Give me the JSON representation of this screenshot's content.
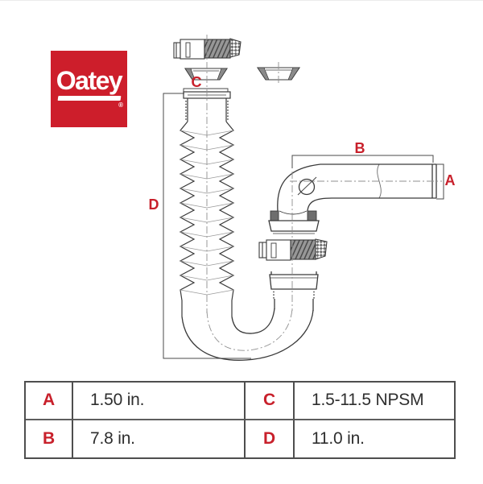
{
  "brand": {
    "logo_text": "Oatey",
    "registered_mark": "®"
  },
  "colors": {
    "logo_red": "#cd1e2b",
    "accent_red": "#c8202b",
    "drawing_line": "#3a3a3a",
    "table_border": "#4e4e4e",
    "value_text": "#2e2e2e",
    "background": "#ffffff"
  },
  "diagram": {
    "labels": {
      "a": "A",
      "b": "B",
      "c": "C",
      "d": "D"
    },
    "parts": [
      "slip-nut-top",
      "beveled-washer-left",
      "beveled-washer-right",
      "threaded-inlet",
      "flexible-corrugated-tube",
      "j-bend",
      "slip-nut-middle",
      "elbow-trap-arm",
      "outlet-end"
    ]
  },
  "spec_table": {
    "entries": [
      {
        "key": "A",
        "value": "1.50 in."
      },
      {
        "key": "B",
        "value": "7.8 in."
      },
      {
        "key": "C",
        "value": "1.5-11.5 NPSM"
      },
      {
        "key": "D",
        "value": "11.0 in."
      }
    ]
  }
}
